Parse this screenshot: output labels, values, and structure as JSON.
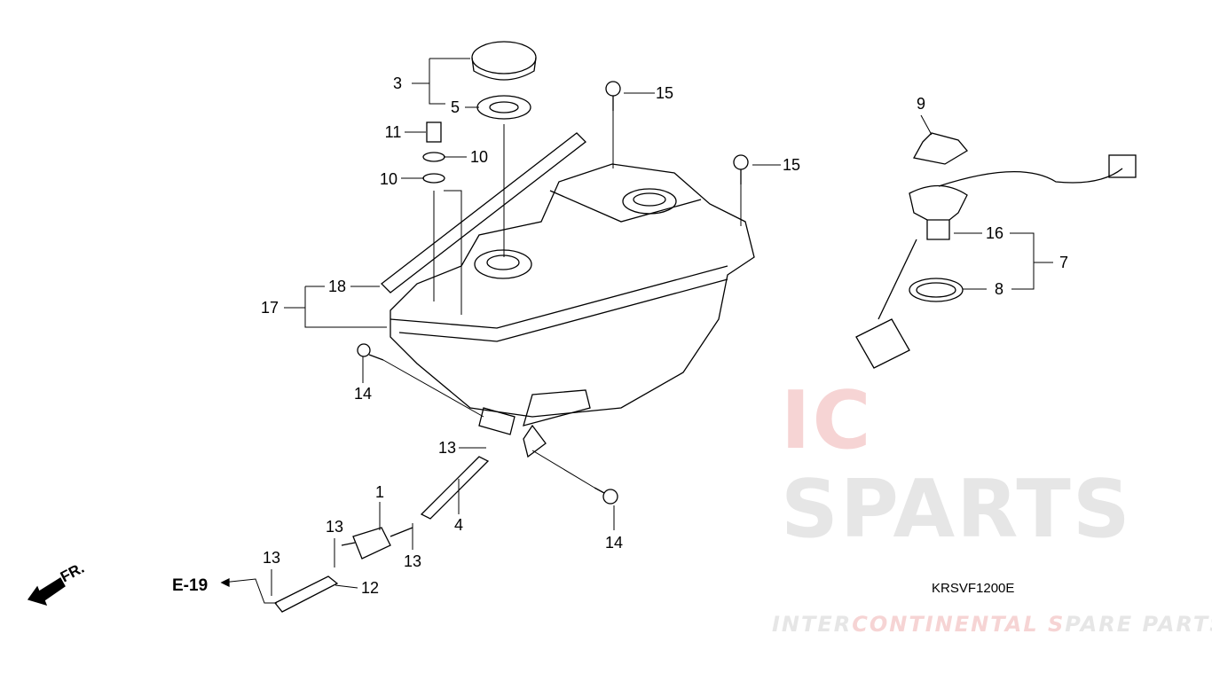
{
  "watermark": {
    "brand_red": "IC",
    "brand_gray": "SPARTS",
    "tagline_a": "INTER",
    "tagline_b": "CONTINENTAL ",
    "tagline_c": "S",
    "tagline_d": "PARE PARTS"
  },
  "callouts": [
    "3",
    "5",
    "11",
    "10",
    "10",
    "15",
    "15",
    "9",
    "16",
    "7",
    "8",
    "18",
    "17",
    "14",
    "13",
    "1",
    "4",
    "14",
    "13",
    "13",
    "13",
    "12"
  ],
  "reference": "E-19",
  "direction": "FR.",
  "diagram_code": "KRSVF1200E",
  "colors": {
    "line": "#000000",
    "watermark_red": "#f6d4d4",
    "watermark_gray": "#e6e6e6"
  }
}
